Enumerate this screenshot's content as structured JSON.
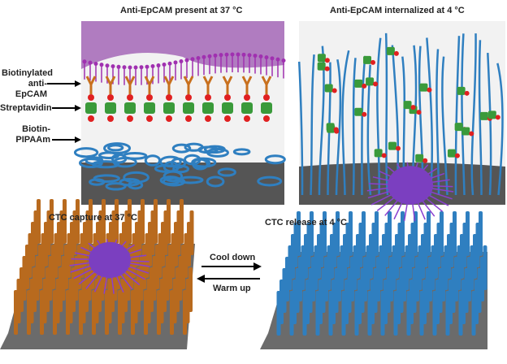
{
  "panels": {
    "top_left_title": "Anti-EpCAM present at 37 °C",
    "top_right_title": "Anti-EpCAM internalized at 4 °C",
    "bottom_left_title": "CTC capture at 37 °C",
    "bottom_right_title": "CTC release at 4 °C"
  },
  "side_labels": {
    "antibody_line1": "Biotinylated",
    "antibody_line2": "anti-EpCAM",
    "streptavidin": "Streptavidin",
    "biotin_line1": "Biotin-",
    "biotin_line2": "PIPAAm"
  },
  "arrows": {
    "forward": "Cool down",
    "backward": "Warm up"
  },
  "colors": {
    "membrane": "#a855b5",
    "polymer": "#2f7fc0",
    "streptavidin": "#3a9a3a",
    "biotin": "#e02020",
    "antibody": "#c8701e",
    "substrate": "#555555",
    "cell": "#7b3fc0"
  }
}
